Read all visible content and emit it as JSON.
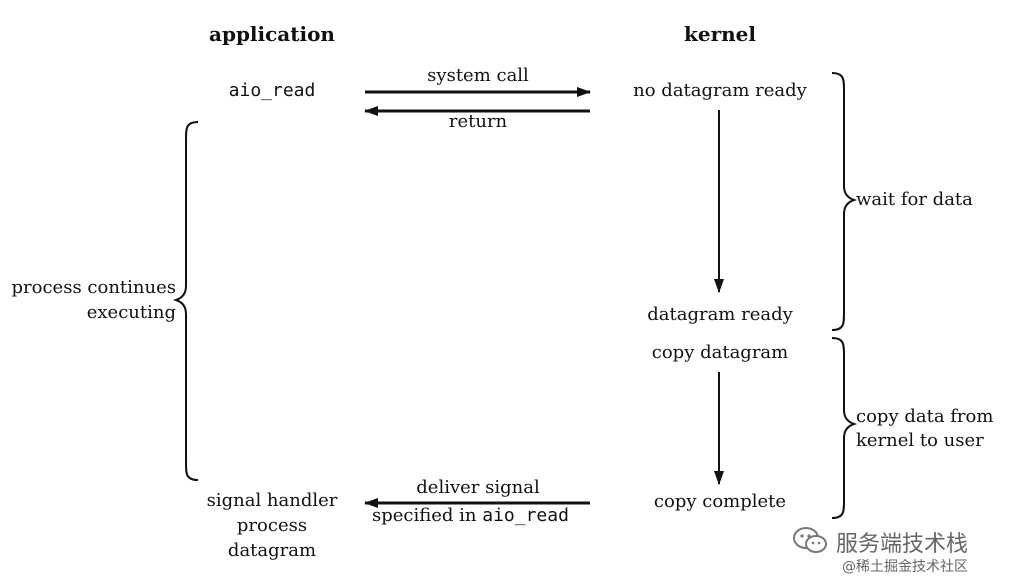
{
  "headers": {
    "application": "application",
    "kernel": "kernel"
  },
  "application": {
    "aio_read": "aio_read",
    "process_continues_line1": "process continues",
    "process_continues_line2": "executing",
    "signal_handler_line1": "signal handler",
    "signal_handler_line2": "process",
    "signal_handler_line3": "datagram"
  },
  "arrows": {
    "system_call": "system call",
    "return": "return",
    "deliver_signal": "deliver signal",
    "specified_in": "specified in",
    "specified_in_code": "aio_read"
  },
  "kernel": {
    "no_datagram_ready": "no datagram ready",
    "datagram_ready": "datagram ready",
    "copy_datagram": "copy datagram",
    "copy_complete": "copy complete"
  },
  "phases": {
    "wait_for_data": "wait for data",
    "copy_data_line1": "copy data from",
    "copy_data_line2": "kernel to user"
  },
  "watermark": {
    "title": "服务端技术栈",
    "subtitle": "@稀土掘金技术社区"
  },
  "colors": {
    "ink": "#111111",
    "background": "#ffffff",
    "watermark": "#666666"
  }
}
